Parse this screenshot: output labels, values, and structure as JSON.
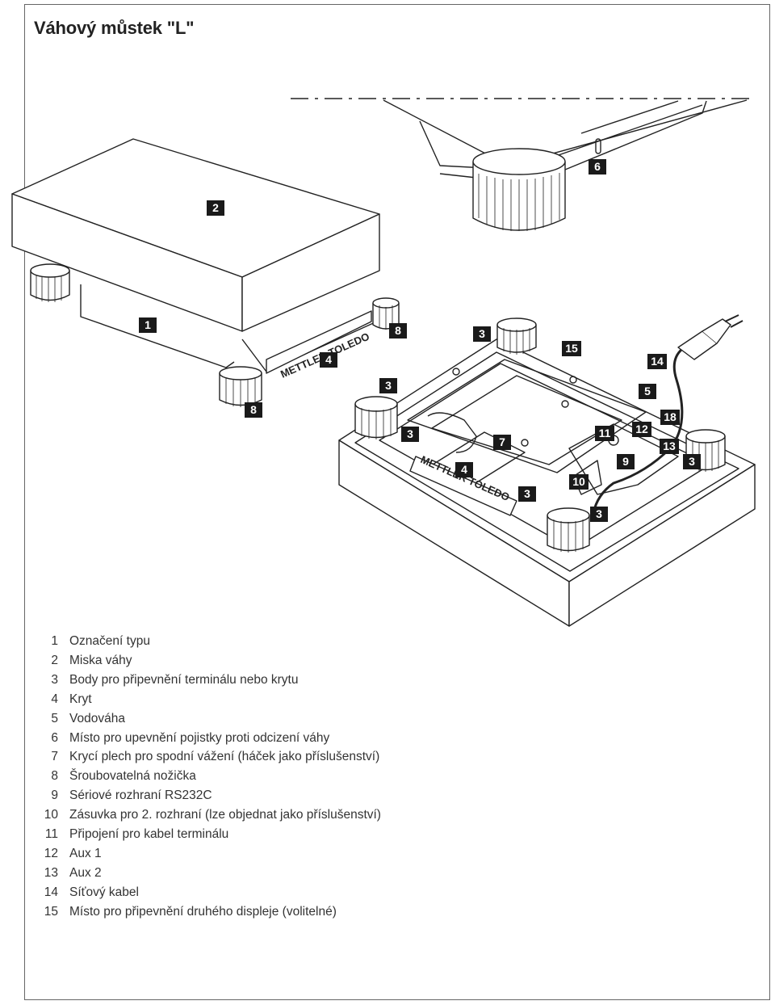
{
  "page": {
    "title": "Váhový můstek \"L\""
  },
  "illustration": {
    "brand_text_top": "METTLER TOLEDO",
    "brand_text_bottom": "METTLER TOLEDO",
    "callouts": [
      "6",
      "2",
      "1",
      "8",
      "4",
      "8",
      "3",
      "15",
      "14",
      "3",
      "5",
      "18",
      "3",
      "12",
      "11",
      "13",
      "7",
      "4",
      "9",
      "3",
      "10",
      "3",
      "3"
    ]
  },
  "legend": [
    {
      "num": "1",
      "text": "Označení typu"
    },
    {
      "num": "2",
      "text": "Miska váhy"
    },
    {
      "num": "3",
      "text": "Body pro připevnění terminálu nebo krytu"
    },
    {
      "num": "4",
      "text": "Kryt"
    },
    {
      "num": "5",
      "text": "Vodováha"
    },
    {
      "num": "6",
      "text": "Místo pro upevnění pojistky proti odcizení váhy"
    },
    {
      "num": "7",
      "text": "Krycí plech pro spodní vážení (háček jako příslušenství)"
    },
    {
      "num": "8",
      "text": "Šroubovatelná nožička"
    },
    {
      "num": "9",
      "text": "Sériové rozhraní RS232C"
    },
    {
      "num": "10",
      "text": "Zásuvka pro 2. rozhraní (lze objednat jako příslušenství)"
    },
    {
      "num": "11",
      "text": "Připojení pro kabel terminálu"
    },
    {
      "num": "12",
      "text": "Aux 1"
    },
    {
      "num": "13",
      "text": "Aux 2"
    },
    {
      "num": "14",
      "text": "Síťový kabel"
    },
    {
      "num": "15",
      "text": "Místo pro připevnění druhého displeje (volitelné)"
    }
  ]
}
